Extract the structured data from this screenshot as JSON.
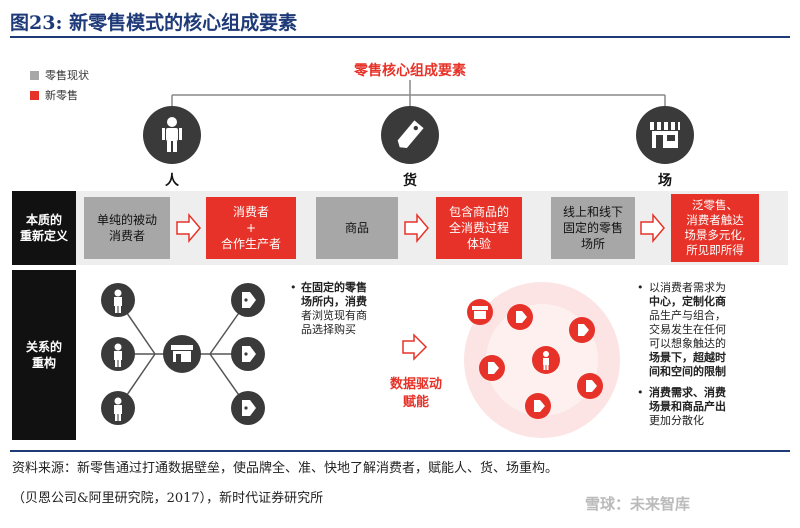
{
  "figure_title": "图23:   新零售模式的核心组成要素",
  "legend": [
    {
      "label": "零售现状",
      "color": "#a7a7a7"
    },
    {
      "label": "新零售",
      "color": "#e63228"
    }
  ],
  "main_title": "零售核心组成要素",
  "categories": [
    {
      "label": "人",
      "icon": "person-icon"
    },
    {
      "label": "货",
      "icon": "price-tag-icon"
    },
    {
      "label": "场",
      "icon": "storefront-icon"
    }
  ],
  "row1_label": [
    "本质的",
    "重新定义"
  ],
  "row1": [
    {
      "current": [
        "单纯的被动",
        "消费者"
      ],
      "new": [
        "消费者",
        "+",
        "合作生产者"
      ]
    },
    {
      "current": [
        "商品"
      ],
      "new": [
        "包含商品的",
        "全消费过程",
        "体验"
      ]
    },
    {
      "current": [
        "线上和线下",
        "固定的零售",
        "场所"
      ],
      "new": [
        "泛零售、",
        "消费者触达",
        "场景多元化,",
        "所见即所得"
      ]
    }
  ],
  "row2_label": [
    "关系的",
    "重构"
  ],
  "bullet1_lines": [
    "在固定的零售",
    "场所内，消费",
    "者浏览现有商",
    "品选择购买"
  ],
  "data_driven": [
    "数据驱动",
    "赋能"
  ],
  "bullet2_lines": [
    "以消费者需求为",
    "中心，定制化商",
    "品生产与组合，",
    "交易发生在任何",
    "可以想象触达的",
    "场景下，超越时",
    "间和空间的限制"
  ],
  "bullet3_lines": [
    "消费需求、消费",
    "场景和商品产出",
    "更加分散化"
  ],
  "source_line1": "资料来源：新零售通过打通数据壁垒，使品牌全、准、快地了解消费者，赋能人、货、场重构。",
  "source_line2": "（贝恩公司&阿里研究院，2017），新时代证券研究所",
  "watermark": "雪球：未来智库",
  "colors": {
    "accent": "#e63228",
    "dark": "#3a3a3a",
    "gray": "#a7a7a7",
    "title_blue": "#1f3a78"
  }
}
